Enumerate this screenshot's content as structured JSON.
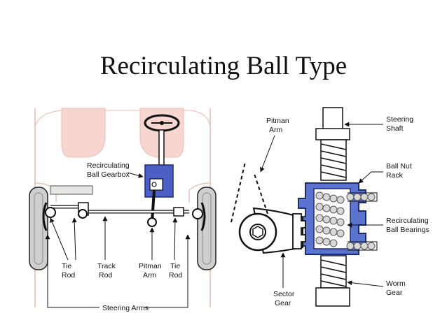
{
  "title": "Recirculating Ball Type",
  "left_diagram": {
    "labels": {
      "recirculating_ball_gearbox": [
        "Recirculating",
        "Ball Gearbox"
      ],
      "tie_rod_left": [
        "Tie",
        "Rod"
      ],
      "track_rod": [
        "Track",
        "Rod"
      ],
      "pitman_arm": [
        "Pitman",
        "Arm"
      ],
      "tie_rod_right": [
        "Tie",
        "Rod"
      ],
      "steering_arms": "Steering Arms"
    }
  },
  "right_diagram": {
    "labels": {
      "pitman_arm": [
        "Pitman",
        "Arm"
      ],
      "steering_shaft": [
        "Steering",
        "Shaft"
      ],
      "ball_nut_rack": [
        "Ball Nut",
        "Rack"
      ],
      "recirculating_ball_bearings": [
        "Recirculating",
        "Ball Bearings"
      ],
      "sector_gear": [
        "Sector",
        "Gear"
      ],
      "worm_gear": [
        "Worm",
        "Gear"
      ]
    }
  },
  "colors": {
    "car_body_fill": "#f7d5d0",
    "gearbox_blue": "#4b5fc4",
    "ball_nut_blue": "#5a74d0",
    "line": "#111111",
    "tire": "#cfcfcf",
    "ball": "#d8d8d8"
  }
}
